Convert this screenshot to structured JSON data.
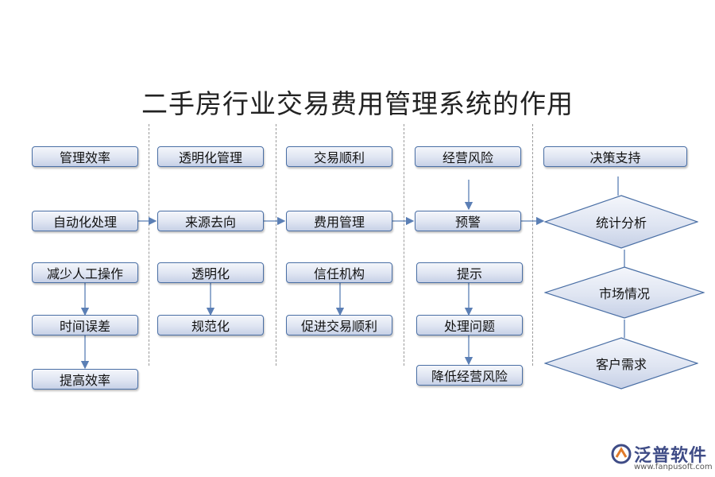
{
  "title": "二手房行业交易费用管理系统的作用",
  "columns": [
    {
      "header": "管理效率",
      "nodes": [
        "自动化处理",
        "减少人工操作",
        "时间误差",
        "提高效率"
      ]
    },
    {
      "header": "透明化管理",
      "nodes": [
        "来源去向",
        "透明化",
        "规范化"
      ]
    },
    {
      "header": "交易顺利",
      "nodes": [
        "费用管理",
        "信任机构",
        "促进交易顺利"
      ]
    },
    {
      "header": "经营风险",
      "nodes": [
        "预警",
        "提示",
        "处理问题",
        "降低经营风险"
      ]
    },
    {
      "header": "决策支持",
      "nodes": [
        "统计分析",
        "市场情况",
        "客户需求"
      ]
    }
  ],
  "logo": {
    "name": "泛普软件",
    "url": "www.fanpusoft.com"
  },
  "colors": {
    "box_border": "#4a6fa5",
    "box_fill_top": "#f4f6fb",
    "box_fill_bottom": "#c6d0e6",
    "arrow": "#5b7fb5",
    "separator": "#9a9a9a"
  }
}
